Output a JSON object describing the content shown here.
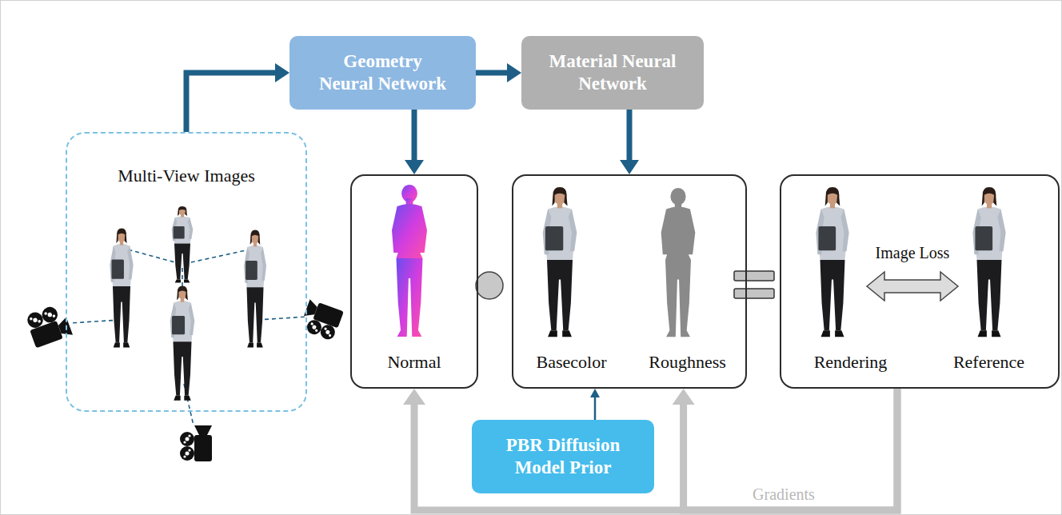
{
  "diagram": {
    "nodes": [
      {
        "text": [
          "Multi-View Images"
        ]
      },
      {
        "text": [
          "Geometry Neural Network"
        ]
      },
      {
        "text": [
          "Material Neural Network"
        ]
      },
      {
        "text": [
          "Normal"
        ]
      },
      {
        "text": [
          "Basecolor",
          "Roughness"
        ]
      },
      {
        "text": [
          "Rendering",
          "Reference"
        ]
      },
      {
        "text": [
          "PBR Diffusion Model Prior"
        ]
      }
    ],
    "edges": [
      {
        "from": 0,
        "to": 1,
        "arrow": "to"
      },
      {
        "from": 1,
        "to": 2,
        "arrow": "to"
      },
      {
        "from": 1,
        "to": 3,
        "arrow": "to"
      },
      {
        "from": 2,
        "to": 4,
        "arrow": "to"
      },
      {
        "from": 6,
        "to": 4,
        "arrow": "to"
      },
      {
        "from": 5,
        "to": 3,
        "arrow": "to"
      },
      {
        "from": 5,
        "to": 4,
        "arrow": "to"
      }
    ],
    "labels": [
      "Image Loss",
      "Gradients"
    ]
  }
}
